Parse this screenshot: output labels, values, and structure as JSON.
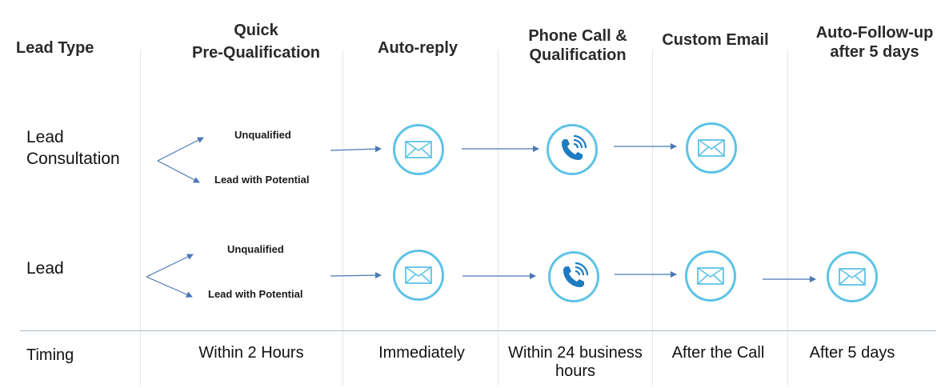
{
  "headers": {
    "lead_type": "Lead Type",
    "pre_qual_line1": "Quick",
    "pre_qual_line2": "Pre-Qualification",
    "auto_reply": "Auto-reply",
    "phone_line1": "Phone Call &",
    "phone_line2": "Qualification",
    "custom_email": "Custom Email",
    "followup_line1": "Auto-Follow-up",
    "followup_line2": "after 5 days"
  },
  "rows": {
    "consultation": {
      "label_line1": "Lead",
      "label_line2": "Consultation",
      "option_unqualified": "Unqualified",
      "option_potential": "Lead with Potential"
    },
    "lead": {
      "label": "Lead",
      "option_unqualified": "Unqualified",
      "option_potential": "Lead with Potential"
    }
  },
  "timing": {
    "label": "Timing",
    "pre_qual": "Within 2 Hours",
    "auto_reply": "Immediately",
    "phone_line1": "Within 24 business",
    "phone_line2": "hours",
    "custom_email": "After the Call",
    "followup": "After 5 days"
  },
  "icons": {
    "email": "email-icon",
    "phone": "phone-icon"
  },
  "colors": {
    "icon_stroke": "#5ec3e6",
    "phone_icon": "#1e7cc0",
    "arrow": "#4a78b5",
    "divider": "#a9b6c4"
  }
}
